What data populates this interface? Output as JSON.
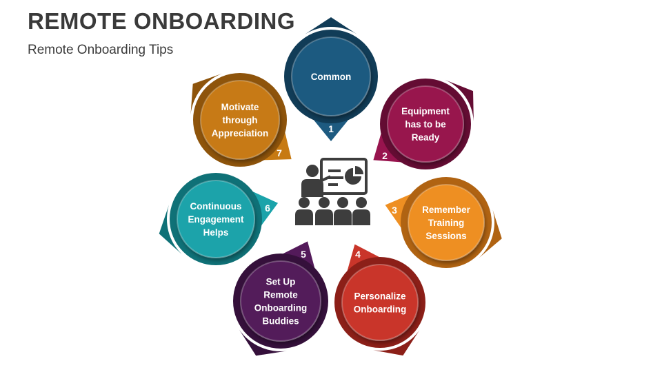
{
  "header": {
    "title": "REMOTE ONBOARDING",
    "subtitle": "Remote Onboarding Tips"
  },
  "center_icon": "presenter-audience-icon",
  "steps": [
    {
      "number": "1",
      "lines": [
        "Common"
      ],
      "color": "#1d5a80",
      "dark": "#113c57"
    },
    {
      "number": "2",
      "lines": [
        "Equipment",
        "has to be",
        "Ready"
      ],
      "color": "#98144e",
      "dark": "#640c33"
    },
    {
      "number": "3",
      "lines": [
        "Remember",
        "Training",
        "Sessions"
      ],
      "color": "#ee8f22",
      "dark": "#b06312"
    },
    {
      "number": "4",
      "lines": [
        "Personalize",
        "Onboarding"
      ],
      "color": "#c9352a",
      "dark": "#8c1f18"
    },
    {
      "number": "5",
      "lines": [
        "Set Up",
        "Remote",
        "Onboarding",
        "Buddies"
      ],
      "color": "#531a5a",
      "dark": "#35103b"
    },
    {
      "number": "6",
      "lines": [
        "Continuous",
        "Engagement",
        "Helps"
      ],
      "color": "#1aa3aa",
      "dark": "#0f7177"
    },
    {
      "number": "7",
      "lines": [
        "Motivate",
        "through",
        "Appreciation"
      ],
      "color": "#c77a12",
      "dark": "#8e540b"
    }
  ]
}
